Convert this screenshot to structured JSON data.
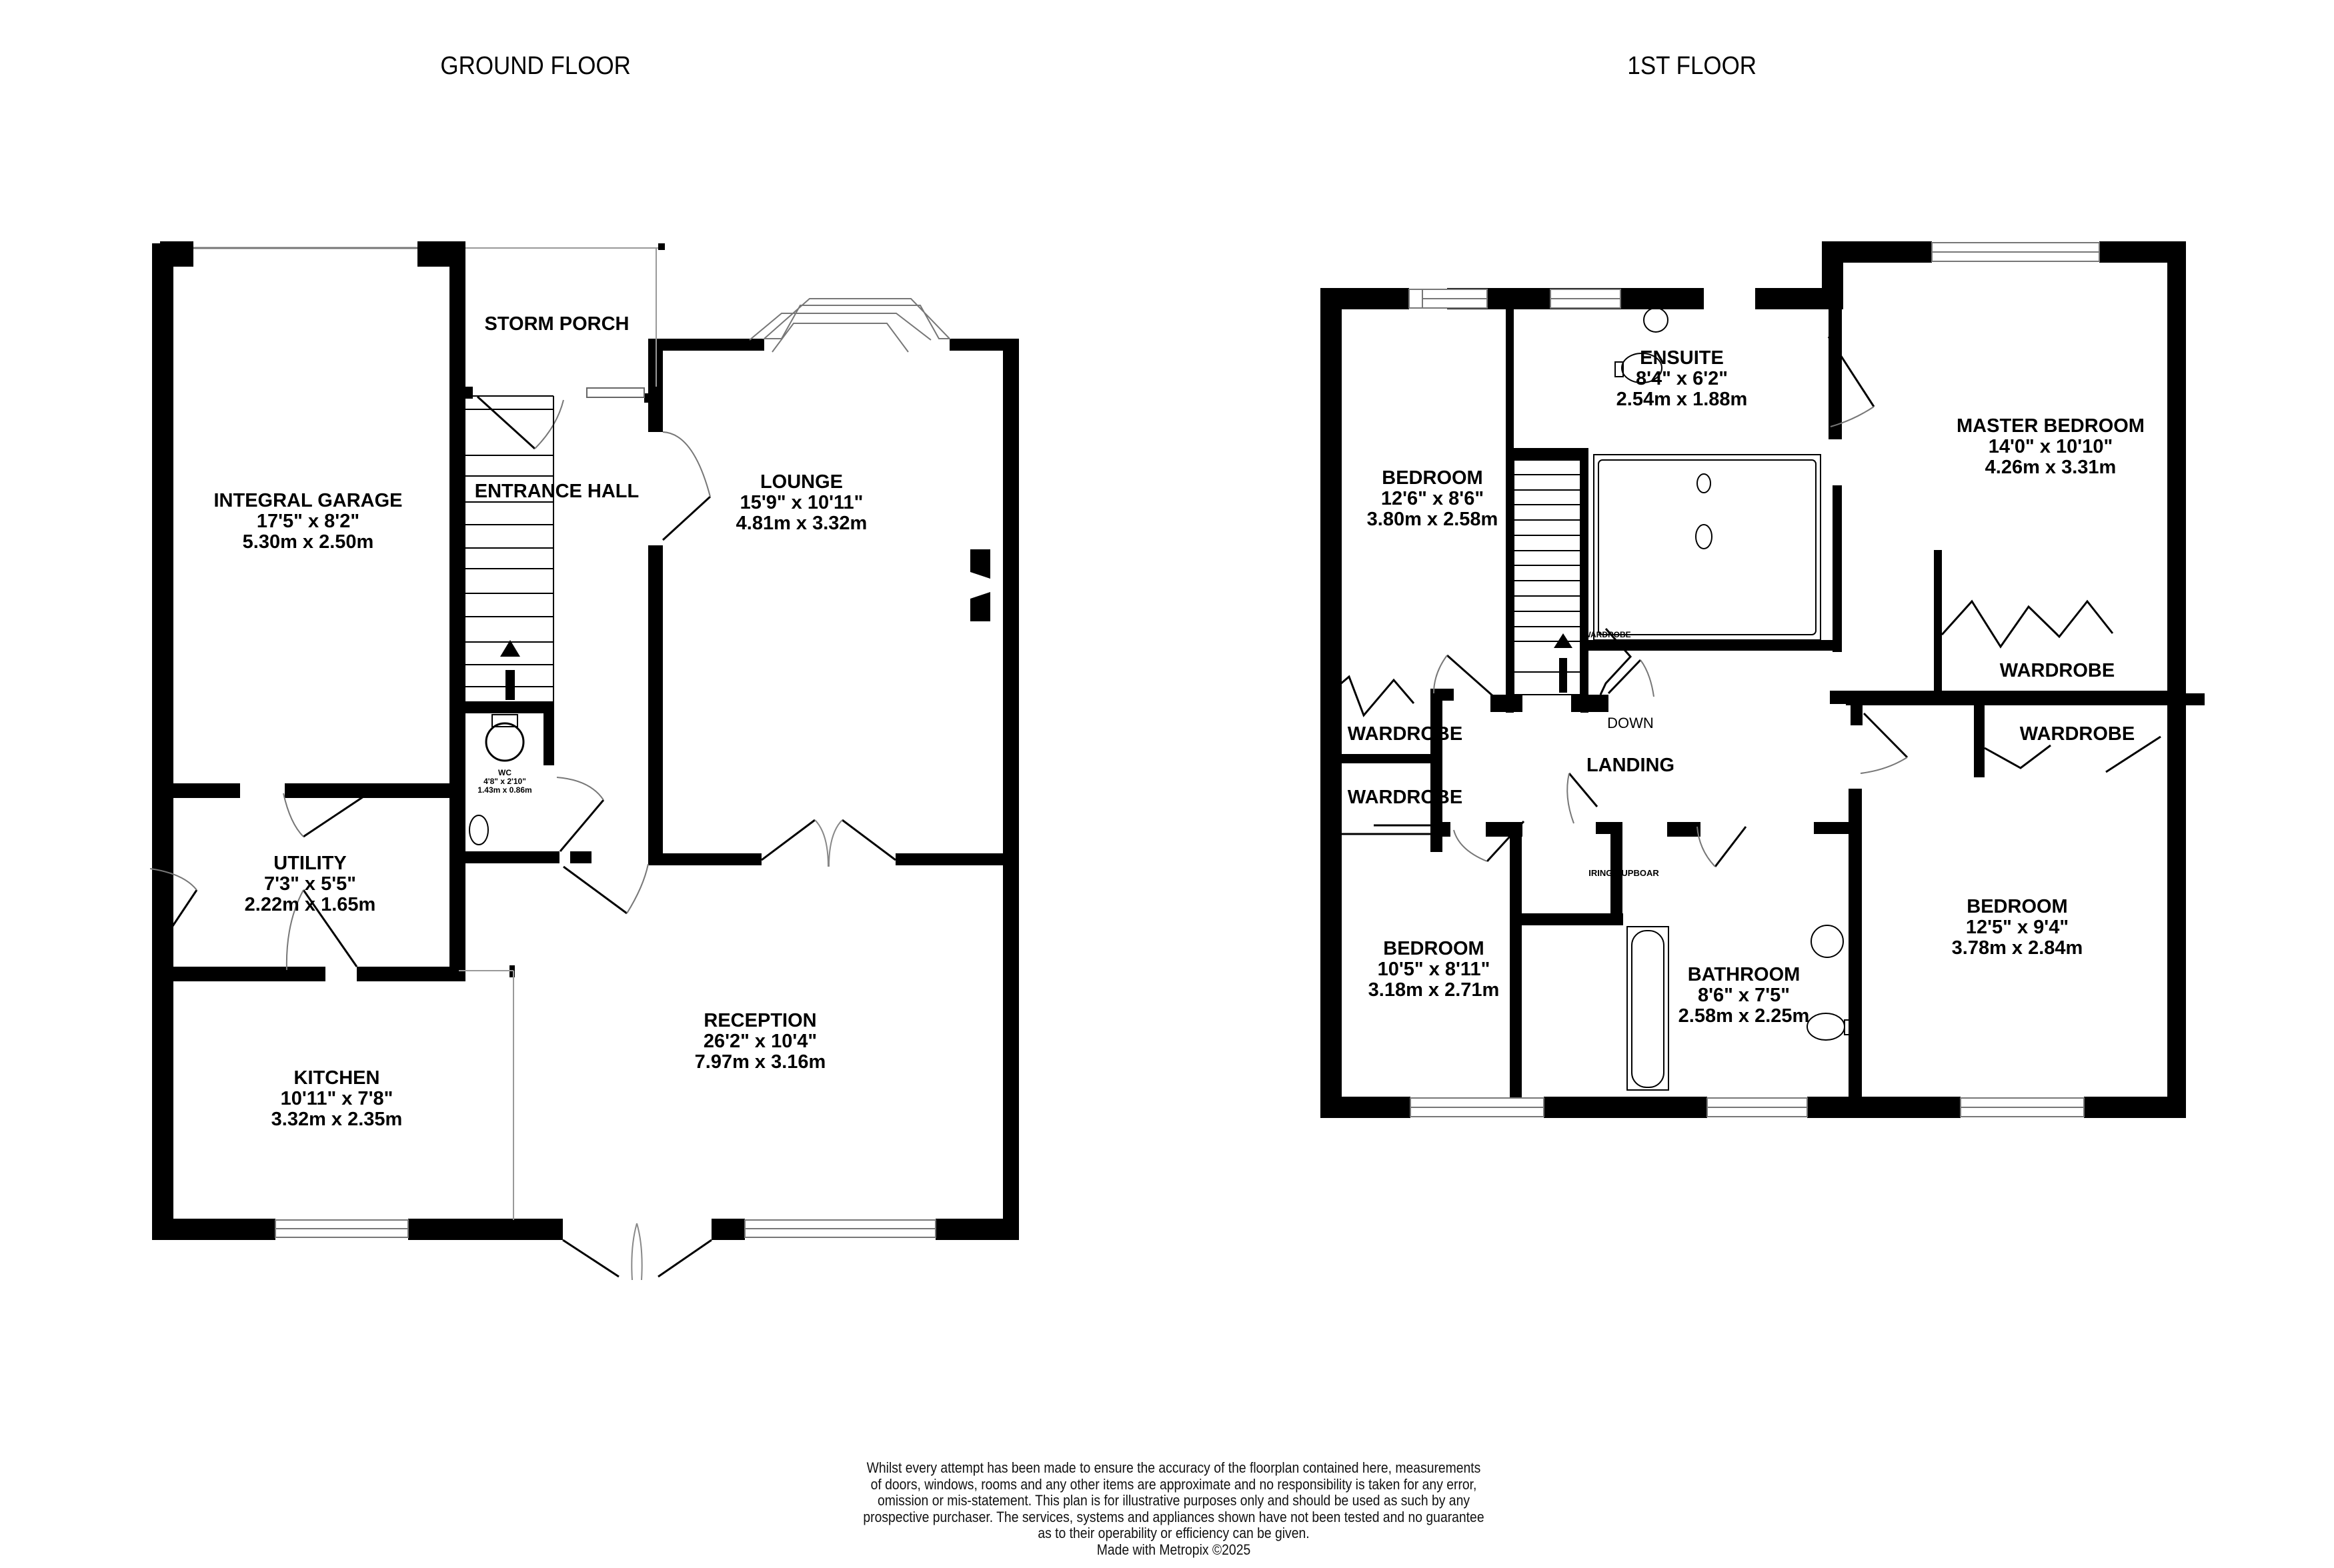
{
  "floors": {
    "ground": {
      "title": "GROUND FLOOR",
      "rooms": {
        "garage": {
          "name": "INTEGRAL GARAGE",
          "imperial": "17'5\"  x 8'2\"",
          "metric": "5.30m  x 2.50m"
        },
        "storm_porch": {
          "name": "STORM PORCH"
        },
        "entrance_hall": {
          "name": "ENTRANCE HALL"
        },
        "lounge": {
          "name": "LOUNGE",
          "imperial": "15'9\"  x 10'11\"",
          "metric": "4.81m  x 3.32m"
        },
        "wc": {
          "name": "WC",
          "imperial": "4'8\"  x 2'10\"",
          "metric": "1.43m  x 0.86m"
        },
        "utility": {
          "name": "UTILITY",
          "imperial": "7'3\"  x 5'5\"",
          "metric": "2.22m  x 1.65m"
        },
        "kitchen": {
          "name": "KITCHEN",
          "imperial": "10'11\"  x 7'8\"",
          "metric": "3.32m  x 2.35m"
        },
        "reception": {
          "name": "RECEPTION",
          "imperial": "26'2\"  x 10'4\"",
          "metric": "7.97m  x 3.16m"
        }
      }
    },
    "first": {
      "title": "1ST FLOOR",
      "rooms": {
        "bedroom_2": {
          "name": "BEDROOM",
          "imperial": "12'6\"  x 8'6\"",
          "metric": "3.80m  x 2.58m"
        },
        "ensuite": {
          "name": "ENSUITE",
          "imperial": "8'4\"  x 6'2\"",
          "metric": "2.54m  x 1.88m"
        },
        "master_bedroom": {
          "name": "MASTER BEDROOM",
          "imperial": "14'0\"  x 10'10\"",
          "metric": "4.26m  x 3.31m"
        },
        "wardrobe_master": {
          "name": "WARDROBE"
        },
        "wardrobe_small": {
          "name": "WARDROBE"
        },
        "wardrobe_bed2": {
          "name": "WARDROBE"
        },
        "wardrobe_bed3": {
          "name": "WARDROBE"
        },
        "wardrobe_bed4": {
          "name": "WARDROBE"
        },
        "landing": {
          "name": "LANDING"
        },
        "stairs_down": {
          "name": "DOWN"
        },
        "airing_cupboard": {
          "name": "AIRING CUPBOARD",
          "visible_text": "IRING CUPBOAR"
        },
        "bedroom_3": {
          "name": "BEDROOM",
          "imperial": "10'5\"  x 8'11\"",
          "metric": "3.18m  x 2.71m"
        },
        "bathroom": {
          "name": "BATHROOM",
          "imperial": "8'6\"  x 7'5\"",
          "metric": "2.58m  x 2.25m"
        },
        "bedroom_4": {
          "name": "BEDROOM",
          "imperial": "12'5\"  x 9'4\"",
          "metric": "3.78m  x 2.84m"
        }
      }
    }
  },
  "disclaimer": {
    "lines": [
      "Whilst every attempt has been made to ensure the accuracy of the floorplan contained here, measurements",
      "of doors, windows, rooms and any other items are approximate and no responsibility is taken for any error,",
      "omission or mis-statement. This plan is for illustrative purposes only and should be used as such by any",
      "prospective purchaser. The services, systems and appliances shown have not been tested and no guarantee",
      "as to their operability or efficiency can be given."
    ],
    "credit": "Made with Metropix ©2025"
  },
  "colors": {
    "wall": "#000000",
    "background": "#ffffff",
    "window": "#888888"
  }
}
